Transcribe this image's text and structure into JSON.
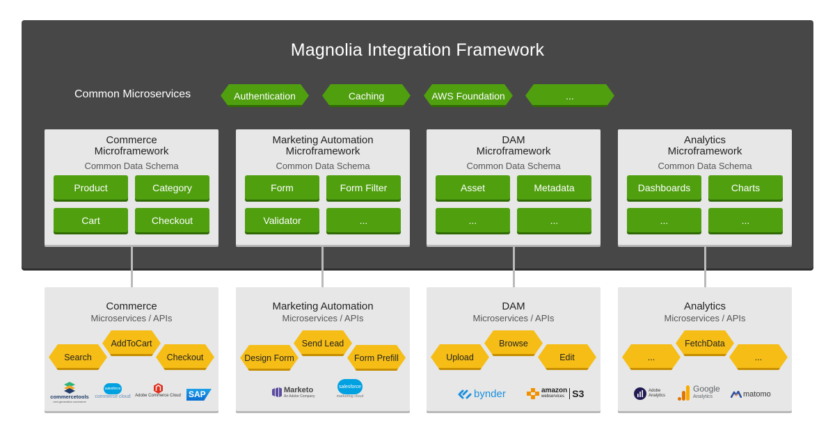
{
  "framework": {
    "title": "Magnolia Integration Framework",
    "common_label": "Common Microservices",
    "common_services": [
      "Authentication",
      "Caching",
      "AWS Foundation",
      "..."
    ]
  },
  "microframeworks": [
    {
      "title_line1": "Commerce",
      "title_line2": "Microframework",
      "schema": "Common Data Schema",
      "buttons": [
        "Product",
        "Category",
        "Cart",
        "Checkout"
      ]
    },
    {
      "title_line1": "Marketing Automation",
      "title_line2": "Microframework",
      "schema": "Common Data Schema",
      "buttons": [
        "Form",
        "Form Filter",
        "Validator",
        "..."
      ]
    },
    {
      "title_line1": "DAM",
      "title_line2": "Microframework",
      "schema": "Common Data Schema",
      "buttons": [
        "Asset",
        "Metadata",
        "...",
        "..."
      ]
    },
    {
      "title_line1": "Analytics",
      "title_line2": "Microframework",
      "schema": "Common Data Schema",
      "buttons": [
        "Dashboards",
        "Charts",
        "...",
        "..."
      ]
    }
  ],
  "api_groups": [
    {
      "title": "Commerce",
      "subtitle": "Microservices / APIs",
      "services": [
        "AddToCart",
        "Search",
        "Checkout"
      ],
      "logos": {
        "commercetools": "commercetools",
        "commercetools_tag": "next generation commerce",
        "sf_badge": "salesforce",
        "sf_caption": "commerce cloud",
        "adobe_caption": "Adobe Commerce Cloud",
        "sap": "SAP"
      }
    },
    {
      "title": "Marketing Automation",
      "subtitle": "Microservices / APIs",
      "services": [
        "Send Lead",
        "Design Form",
        "Form Prefill"
      ],
      "logos": {
        "marketo": "Marketo",
        "marketo_tag": "An Adobe Company",
        "sf_badge": "salesforce",
        "sf_caption": "marketing cloud"
      }
    },
    {
      "title": "DAM",
      "subtitle": "Microservices / APIs",
      "services": [
        "Browse",
        "Upload",
        "Edit"
      ],
      "logos": {
        "bynder": "bynder",
        "amazon": "amazon",
        "webservices": "webservices",
        "s3": "S3"
      }
    },
    {
      "title": "Analytics",
      "subtitle": "Microservices / APIs",
      "services": [
        "FetchData",
        "...",
        "..."
      ],
      "logos": {
        "adobe_line1": "Adobe",
        "adobe_line2": "Analytics",
        "google": "Google",
        "google_sub": "Analytics",
        "matomo": "matomo"
      }
    }
  ],
  "colors": {
    "green": "#4f9f0f",
    "yellow": "#f6bd16",
    "dark": "#474747",
    "panel": "#e6e7e6"
  }
}
